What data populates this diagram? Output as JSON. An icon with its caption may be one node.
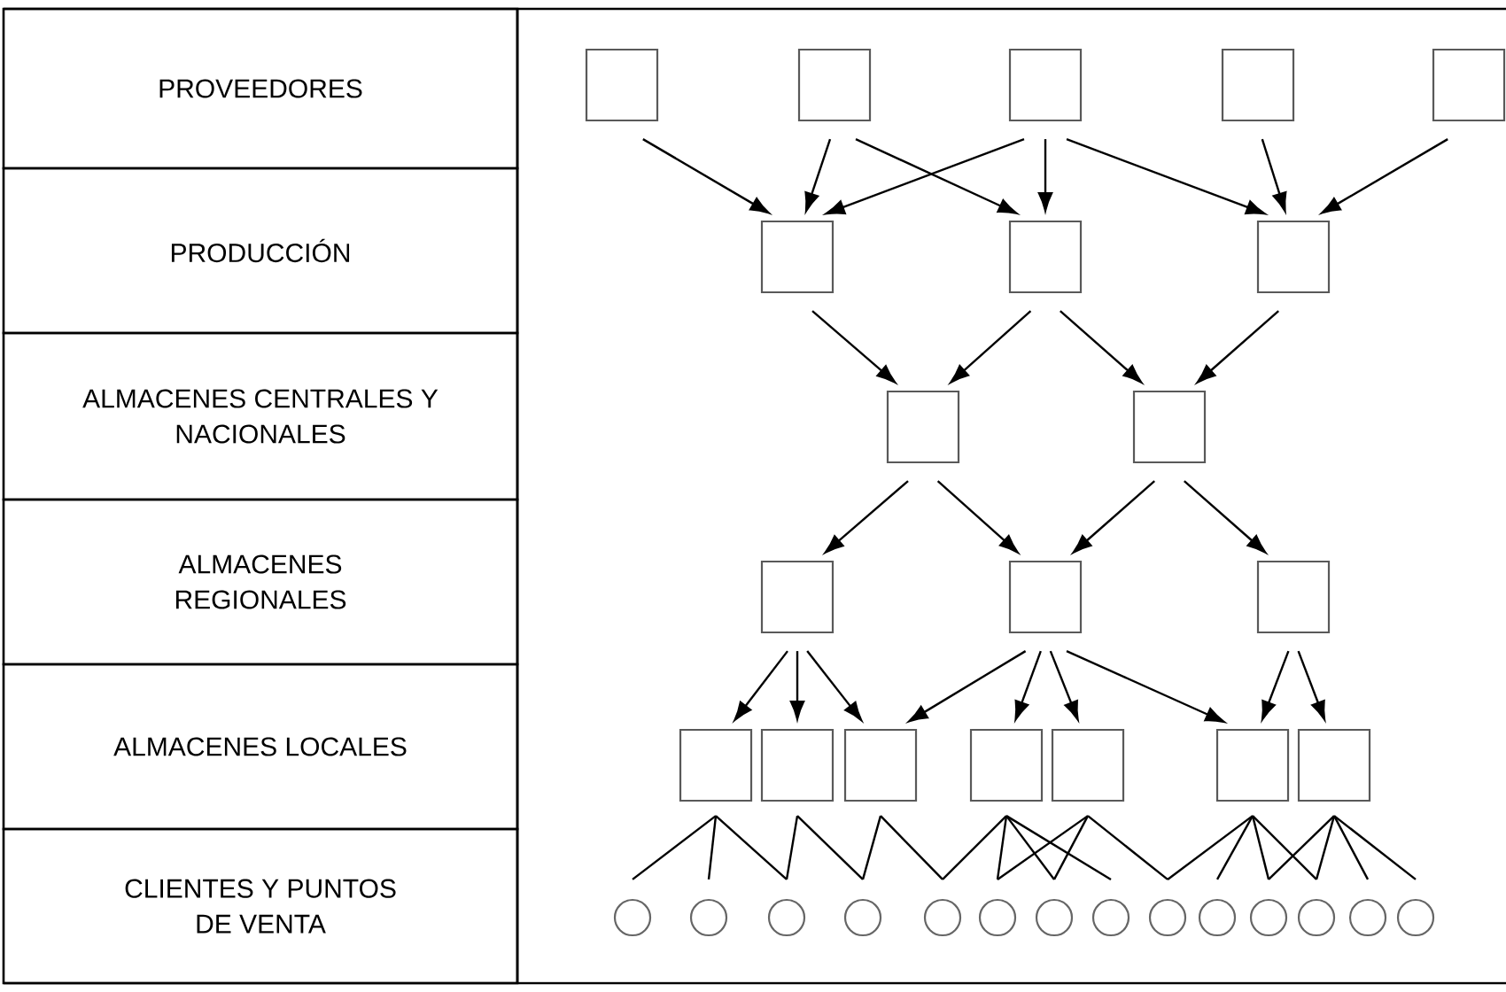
{
  "diagram": {
    "nodes": [
      {
        "text": [
          "PROVEEDORES"
        ]
      },
      {
        "text": [
          "PRODUCCIÓN"
        ]
      },
      {
        "text": [
          "ALMACENES CENTRALES Y NACIONALES"
        ]
      },
      {
        "text": [
          "ALMACENES REGIONALES"
        ]
      },
      {
        "text": [
          "ALMACENES LOCALES"
        ]
      },
      {
        "text": [
          "CLIENTES Y PUNTOS DE VENTA"
        ]
      },
      {
        "text": [],
        "shape": "box"
      },
      {
        "text": [],
        "shape": "box"
      },
      {
        "text": [],
        "shape": "box"
      },
      {
        "text": [],
        "shape": "box"
      },
      {
        "text": [],
        "shape": "box"
      },
      {
        "text": [],
        "shape": "box"
      },
      {
        "text": [],
        "shape": "box"
      },
      {
        "text": [],
        "shape": "box"
      },
      {
        "text": [],
        "shape": "box"
      },
      {
        "text": [],
        "shape": "box"
      },
      {
        "text": [],
        "shape": "box"
      },
      {
        "text": [],
        "shape": "box"
      },
      {
        "text": [],
        "shape": "box"
      },
      {
        "text": [],
        "shape": "box"
      },
      {
        "text": [],
        "shape": "box"
      },
      {
        "text": [],
        "shape": "box"
      },
      {
        "text": [],
        "shape": "box"
      },
      {
        "text": [],
        "shape": "box"
      },
      {
        "text": [],
        "shape": "box"
      },
      {
        "text": [],
        "shape": "box"
      },
      {
        "text": [],
        "shape": "circle"
      },
      {
        "text": [],
        "shape": "circle"
      },
      {
        "text": [],
        "shape": "circle"
      },
      {
        "text": [],
        "shape": "circle"
      },
      {
        "text": [],
        "shape": "circle"
      },
      {
        "text": [],
        "shape": "circle"
      },
      {
        "text": [],
        "shape": "circle"
      },
      {
        "text": [],
        "shape": "circle"
      },
      {
        "text": [],
        "shape": "circle"
      },
      {
        "text": [],
        "shape": "circle"
      },
      {
        "text": [],
        "shape": "circle"
      },
      {
        "text": [],
        "shape": "circle"
      },
      {
        "text": [],
        "shape": "circle"
      },
      {
        "text": [],
        "shape": "circle"
      }
    ],
    "edges": [
      {
        "from": 6,
        "to": 11,
        "arrow": "to"
      },
      {
        "from": 7,
        "to": 11,
        "arrow": "to"
      },
      {
        "from": 7,
        "to": 12,
        "arrow": "to"
      },
      {
        "from": 8,
        "to": 11,
        "arrow": "to"
      },
      {
        "from": 8,
        "to": 12,
        "arrow": "to"
      },
      {
        "from": 8,
        "to": 13,
        "arrow": "to"
      },
      {
        "from": 9,
        "to": 13,
        "arrow": "to"
      },
      {
        "from": 10,
        "to": 13,
        "arrow": "to"
      },
      {
        "from": 11,
        "to": 14,
        "arrow": "to"
      },
      {
        "from": 12,
        "to": 14,
        "arrow": "to"
      },
      {
        "from": 12,
        "to": 15,
        "arrow": "to"
      },
      {
        "from": 13,
        "to": 15,
        "arrow": "to"
      },
      {
        "from": 14,
        "to": 16,
        "arrow": "to"
      },
      {
        "from": 14,
        "to": 17,
        "arrow": "to"
      },
      {
        "from": 15,
        "to": 17,
        "arrow": "to"
      },
      {
        "from": 15,
        "to": 18,
        "arrow": "to"
      },
      {
        "from": 16,
        "to": 19,
        "arrow": "to"
      },
      {
        "from": 16,
        "to": 20,
        "arrow": "to"
      },
      {
        "from": 16,
        "to": 21,
        "arrow": "to"
      },
      {
        "from": 17,
        "to": 21,
        "arrow": "to"
      },
      {
        "from": 17,
        "to": 22,
        "arrow": "to"
      },
      {
        "from": 17,
        "to": 23,
        "arrow": "to"
      },
      {
        "from": 17,
        "to": 24,
        "arrow": "to"
      },
      {
        "from": 18,
        "to": 24,
        "arrow": "to"
      },
      {
        "from": 18,
        "to": 25,
        "arrow": "to"
      },
      {
        "from": 19,
        "to": 26,
        "arrow": "none"
      },
      {
        "from": 19,
        "to": 27,
        "arrow": "none"
      },
      {
        "from": 19,
        "to": 28,
        "arrow": "none"
      },
      {
        "from": 20,
        "to": 28,
        "arrow": "none"
      },
      {
        "from": 20,
        "to": 29,
        "arrow": "none"
      },
      {
        "from": 21,
        "to": 29,
        "arrow": "none"
      },
      {
        "from": 21,
        "to": 30,
        "arrow": "none"
      },
      {
        "from": 22,
        "to": 30,
        "arrow": "none"
      },
      {
        "from": 22,
        "to": 31,
        "arrow": "none"
      },
      {
        "from": 22,
        "to": 32,
        "arrow": "none"
      },
      {
        "from": 22,
        "to": 33,
        "arrow": "none"
      },
      {
        "from": 23,
        "to": 31,
        "arrow": "none"
      },
      {
        "from": 23,
        "to": 32,
        "arrow": "none"
      },
      {
        "from": 23,
        "to": 34,
        "arrow": "none"
      },
      {
        "from": 24,
        "to": 34,
        "arrow": "none"
      },
      {
        "from": 24,
        "to": 35,
        "arrow": "none"
      },
      {
        "from": 24,
        "to": 36,
        "arrow": "none"
      },
      {
        "from": 24,
        "to": 37,
        "arrow": "none"
      },
      {
        "from": 25,
        "to": 36,
        "arrow": "none"
      },
      {
        "from": 25,
        "to": 37,
        "arrow": "none"
      },
      {
        "from": 25,
        "to": 38,
        "arrow": "none"
      },
      {
        "from": 25,
        "to": 39,
        "arrow": "none"
      }
    ]
  }
}
